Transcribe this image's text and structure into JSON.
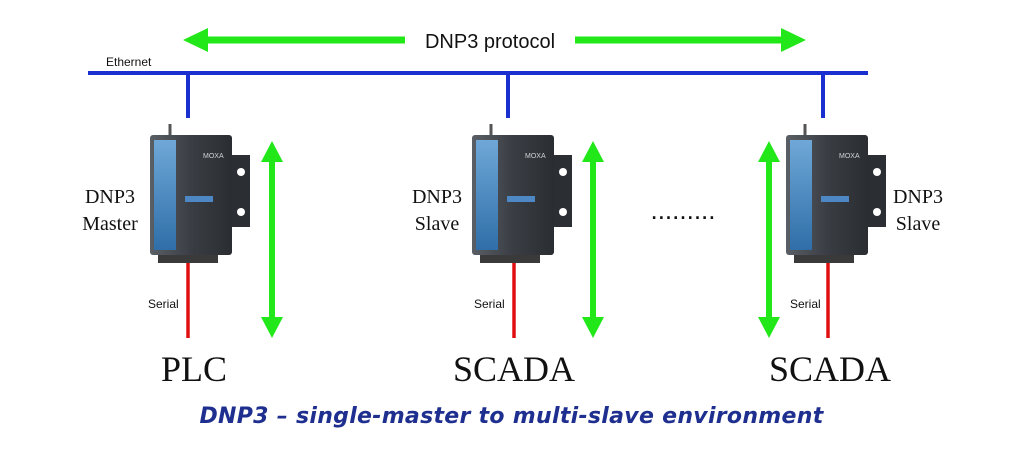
{
  "protocol_label": "DNP3 protocol",
  "network_label": "Ethernet",
  "ellipsis": ".........",
  "devices": [
    {
      "role_line1": "DNP3",
      "role_line2": "Master",
      "serial_label": "Serial",
      "endpoint": "PLC",
      "device_brand": "MOXA"
    },
    {
      "role_line1": "DNP3",
      "role_line2": "Slave",
      "serial_label": "Serial",
      "endpoint": "SCADA",
      "device_brand": "MOXA"
    },
    {
      "role_line1": "DNP3",
      "role_line2": "Slave",
      "serial_label": "Serial",
      "endpoint": "SCADA",
      "device_brand": "MOXA"
    }
  ],
  "caption": "DNP3 – single-master to multi-slave environment",
  "colors": {
    "ethernet_line": "#1a2fd0",
    "serial_line": "#e01010",
    "arrow": "#22e81a",
    "caption": "#1f2f8f"
  }
}
